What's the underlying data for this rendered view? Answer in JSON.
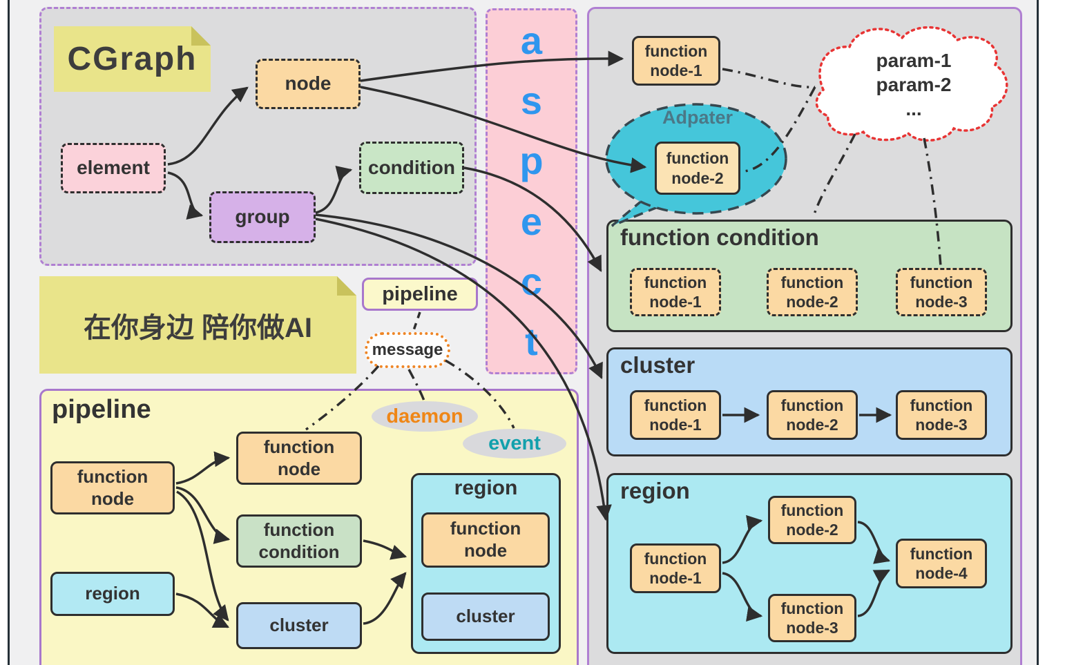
{
  "overview_panel": {
    "sticky_note": "CGraph",
    "element": "element",
    "node": "node",
    "group": "group",
    "condition": "condition"
  },
  "aspect_panel": {
    "letters": [
      "a",
      "s",
      "p",
      "e",
      "c",
      "t"
    ]
  },
  "slogan_note": "在你身边 陪你做AI",
  "pipeline_chip": "pipeline",
  "message_bubble": "message",
  "daemon_bubble": "daemon",
  "event_bubble": "event",
  "pipeline_panel": {
    "title": "pipeline",
    "function_node_left": "function\nnode",
    "region_left": "region",
    "function_node_top": "function\nnode",
    "function_condition": "function\ncondition",
    "cluster": "cluster",
    "region_group": {
      "title": "region",
      "function_node": "function\nnode",
      "cluster": "cluster"
    }
  },
  "right_panel": {
    "function_node_1": "function\nnode-1",
    "adapter_label": "Adpater",
    "function_node_2": "function\nnode-2",
    "param_cloud": "param-1\nparam-2\n...",
    "function_condition_group": {
      "title": "function condition",
      "nodes": [
        "function\nnode-1",
        "function\nnode-2",
        "function\nnode-3"
      ]
    },
    "cluster_group": {
      "title": "cluster",
      "nodes": [
        "function\nnode-1",
        "function\nnode-2",
        "function\nnode-3"
      ]
    },
    "region_group": {
      "title": "region",
      "nodes": [
        "function\nnode-1",
        "function\nnode-2",
        "function\nnode-3",
        "function\nnode-4"
      ]
    }
  },
  "colors": {
    "purple_border": "#b07fd2",
    "aspect_letter_blue": "#2f96ee",
    "daemon_orange": "#ef8616",
    "event_teal": "#12a0ac",
    "cloud_border_red": "#e83434",
    "message_border_orange": "#ee8526",
    "adapter_teal": "#45c6da",
    "node_orange": "#fbd9a3",
    "element_pink": "#fbd2da",
    "group_purple": "#d6b1e8",
    "condition_green": "#c9e6c6",
    "cluster_blue": "#b9dbf6",
    "region_cyan": "#ace9f2",
    "pipeline_yellow": "#faf7c5",
    "sticky_yellow": "#e9e48a"
  }
}
